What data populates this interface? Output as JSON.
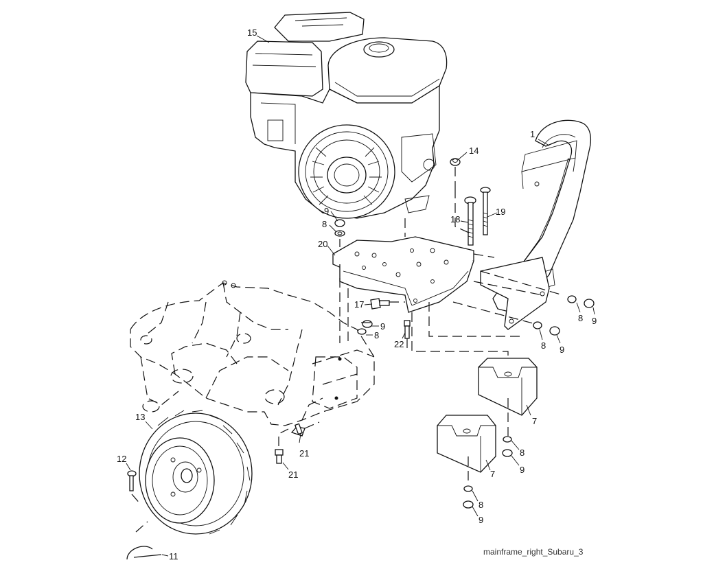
{
  "diagram": {
    "caption": "mainframe_right_Subaru_3",
    "callouts": [
      {
        "id": "engine",
        "text": "15"
      },
      {
        "id": "handle-bar",
        "text": "1"
      },
      {
        "id": "nut-14",
        "text": "14"
      },
      {
        "id": "bolt-18",
        "text": "18"
      },
      {
        "id": "bolt-19",
        "text": "19"
      },
      {
        "id": "nut-9-top",
        "text": "9"
      },
      {
        "id": "washer-8-top",
        "text": "8"
      },
      {
        "id": "frame-plate",
        "text": "20"
      },
      {
        "id": "bolt-17",
        "text": "17"
      },
      {
        "id": "nut-9-mid",
        "text": "9"
      },
      {
        "id": "washer-8-mid",
        "text": "8"
      },
      {
        "id": "bolt-22",
        "text": "22"
      },
      {
        "id": "washer-8-right-a",
        "text": "8"
      },
      {
        "id": "nut-9-right-a",
        "text": "9"
      },
      {
        "id": "washer-8-right-b",
        "text": "8"
      },
      {
        "id": "nut-9-right-b",
        "text": "9"
      },
      {
        "id": "weight-upper",
        "text": "7"
      },
      {
        "id": "washer-8-weight-a",
        "text": "8"
      },
      {
        "id": "nut-9-weight-a",
        "text": "9"
      },
      {
        "id": "weight-lower",
        "text": "7"
      },
      {
        "id": "washer-8-weight-b",
        "text": "8"
      },
      {
        "id": "nut-9-weight-b",
        "text": "9"
      },
      {
        "id": "wheel",
        "text": "13"
      },
      {
        "id": "pin-12",
        "text": "12"
      },
      {
        "id": "clip-11",
        "text": "11"
      },
      {
        "id": "bolt-21-a",
        "text": "21"
      },
      {
        "id": "bolt-21-b",
        "text": "21"
      }
    ]
  }
}
